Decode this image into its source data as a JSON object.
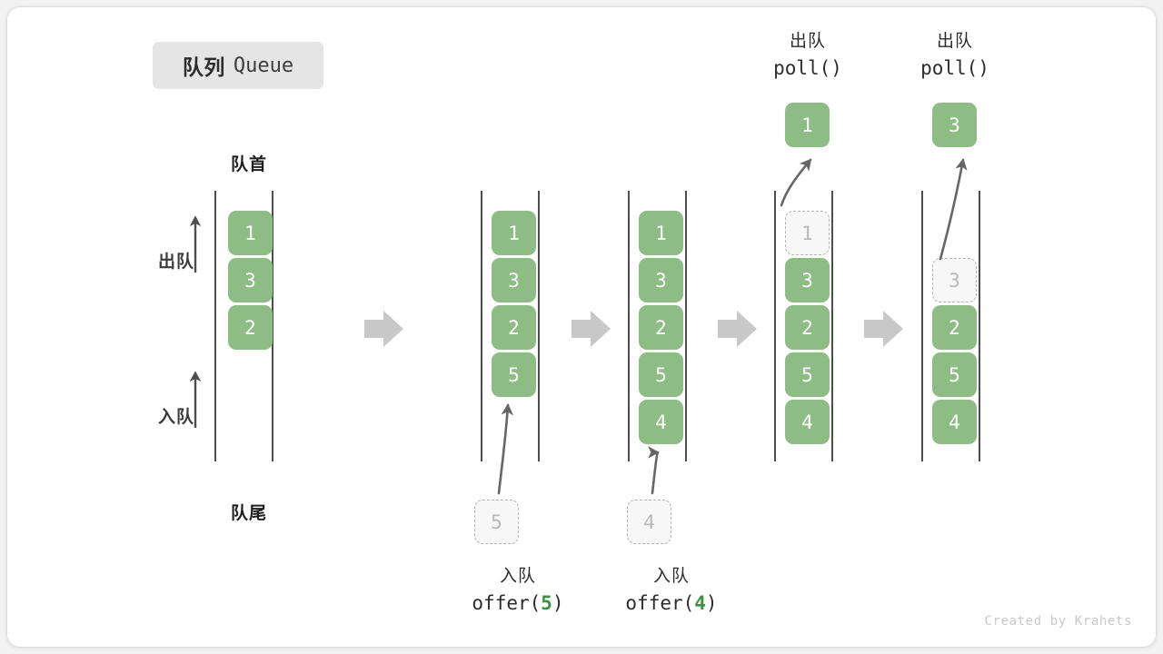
{
  "title": {
    "cn": "队列",
    "en": "Queue"
  },
  "labels": {
    "head": "队首",
    "tail": "队尾",
    "dequeue": "出队",
    "enqueue": "入队"
  },
  "colors": {
    "element_fill": "#8dbd85",
    "element_text": "#ffffff",
    "ghost_fill": "#f7f7f7",
    "ghost_border": "#b5b5b5",
    "ghost_text": "#b8b8b8",
    "rail": "#4d4d4d",
    "step_arrow": "#c8c8c8",
    "accent_number": "#3e9142",
    "canvas": "#ffffff",
    "background": "#f2f2f2"
  },
  "steps": [
    {
      "id": "initial",
      "elements": [
        {
          "value": "1",
          "state": "filled"
        },
        {
          "value": "3",
          "state": "filled"
        },
        {
          "value": "2",
          "state": "filled"
        }
      ]
    },
    {
      "id": "offer-5",
      "elements": [
        {
          "value": "1",
          "state": "filled"
        },
        {
          "value": "3",
          "state": "filled"
        },
        {
          "value": "2",
          "state": "filled"
        },
        {
          "value": "5",
          "state": "filled"
        }
      ],
      "incoming": {
        "value": "5"
      },
      "caption": {
        "cn": "入队",
        "code_prefix": "offer(",
        "code_num": "5",
        "code_suffix": ")"
      }
    },
    {
      "id": "offer-4",
      "elements": [
        {
          "value": "1",
          "state": "filled"
        },
        {
          "value": "3",
          "state": "filled"
        },
        {
          "value": "2",
          "state": "filled"
        },
        {
          "value": "5",
          "state": "filled"
        },
        {
          "value": "4",
          "state": "filled"
        }
      ],
      "incoming": {
        "value": "4"
      },
      "caption": {
        "cn": "入队",
        "code_prefix": "offer(",
        "code_num": "4",
        "code_suffix": ")"
      }
    },
    {
      "id": "poll-1",
      "elements": [
        {
          "value": "1",
          "state": "ghost"
        },
        {
          "value": "3",
          "state": "filled"
        },
        {
          "value": "2",
          "state": "filled"
        },
        {
          "value": "5",
          "state": "filled"
        },
        {
          "value": "4",
          "state": "filled"
        }
      ],
      "outgoing": {
        "value": "1"
      },
      "caption": {
        "cn": "出队",
        "code_prefix": "poll(",
        "code_num": "",
        "code_suffix": ")"
      }
    },
    {
      "id": "poll-3",
      "elements": [
        {
          "value": "",
          "state": "empty"
        },
        {
          "value": "3",
          "state": "ghost"
        },
        {
          "value": "2",
          "state": "filled"
        },
        {
          "value": "5",
          "state": "filled"
        },
        {
          "value": "4",
          "state": "filled"
        }
      ],
      "outgoing": {
        "value": "3"
      },
      "caption": {
        "cn": "出队",
        "code_prefix": "poll(",
        "code_num": "",
        "code_suffix": ")"
      }
    }
  ],
  "footer": "Created by Krahets"
}
